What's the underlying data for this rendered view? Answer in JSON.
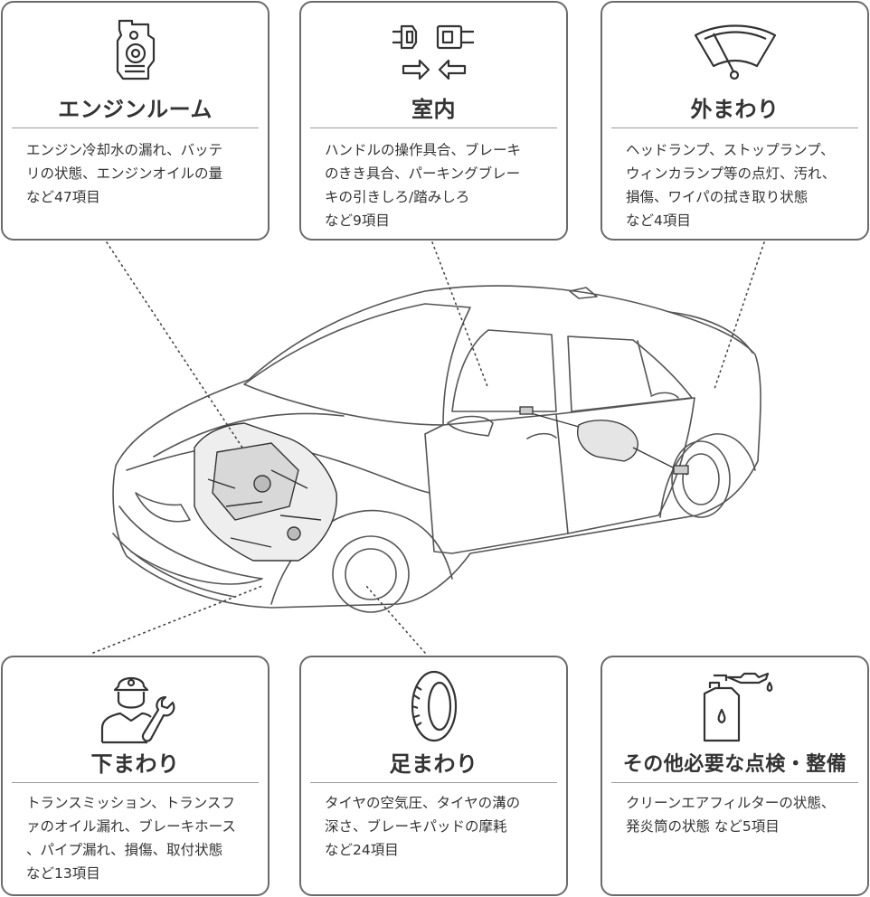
{
  "cards": {
    "engine": {
      "title": "エンジンルーム",
      "lines": [
        "エンジン冷却水の漏れ、バッテ",
        "リの状態、エンジンオイルの量",
        "など47項目"
      ]
    },
    "interior": {
      "title": "室内",
      "lines": [
        "ハンドルの操作具合、ブレーキ",
        "のきき具合、パーキングブレー",
        "キの引きしろ/踏みしろ",
        "など9項目"
      ]
    },
    "exterior": {
      "title": "外まわり",
      "lines": [
        "ヘッドランプ、ストップランプ、",
        "ウィンカランプ等の点灯、汚れ、",
        "損傷、ワイパの拭き取り状態",
        "など4項目"
      ]
    },
    "underbody": {
      "title": "下まわり",
      "lines": [
        "トランスミッション、トランスフ",
        "ァのオイル漏れ、ブレーキホース",
        "、パイプ漏れ、損傷、取付状態",
        "など13項目"
      ]
    },
    "suspension": {
      "title": "足まわり",
      "lines": [
        "タイヤの空気圧、タイヤの溝の",
        "深さ、ブレーキパッドの摩耗",
        "など24項目"
      ]
    },
    "other": {
      "title": "その他必要な点検・整備",
      "lines": [
        "クリーンエアフィルターの状態、",
        "発炎筒の状態 など5項目"
      ]
    }
  },
  "icons": {
    "engine": "engine-icon",
    "interior": "seatbelt-buckle-icon",
    "exterior": "wiper-icon",
    "underbody": "mechanic-icon",
    "suspension": "tire-icon",
    "other": "oil-can-icon"
  },
  "colors": {
    "border": "#6b6b6b",
    "text": "#333333",
    "line_art": "#555555"
  }
}
